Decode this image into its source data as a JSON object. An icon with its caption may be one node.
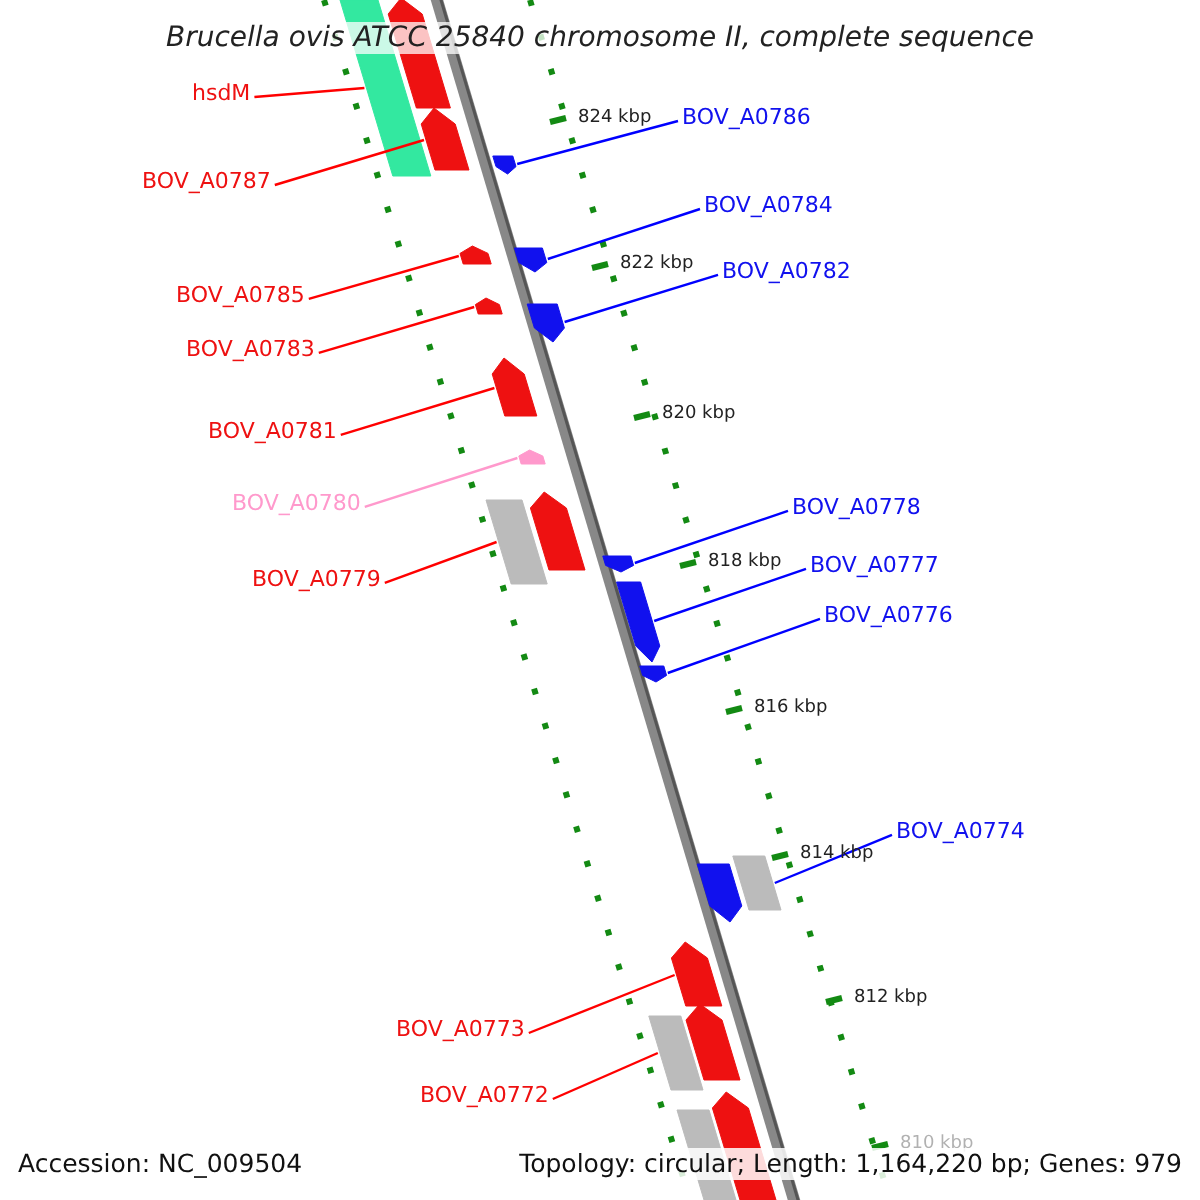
{
  "diagram": {
    "title": "Brucella ovis ATCC 25840 chromosome II, complete sequence",
    "nodes": [
      {
        "text": [
          "hsdM"
        ]
      },
      {
        "text": [],
        "shape": "bar"
      },
      {
        "text": [
          "BOV_A0786"
        ]
      },
      {
        "text": [],
        "shape": "bar"
      },
      {
        "text": [
          "BOV_A0787"
        ]
      },
      {
        "text": [],
        "shape": "bar"
      },
      {
        "text": [
          "BOV_A0784"
        ]
      },
      {
        "text": [],
        "shape": "bar"
      },
      {
        "text": [
          "BOV_A0782"
        ]
      },
      {
        "text": [],
        "shape": "bar"
      },
      {
        "text": [
          "BOV_A0785"
        ]
      },
      {
        "text": [],
        "shape": "bar"
      },
      {
        "text": [
          "BOV_A0783"
        ]
      },
      {
        "text": [],
        "shape": "bar"
      },
      {
        "text": [
          "BOV_A0781"
        ]
      },
      {
        "text": [],
        "shape": "bar"
      },
      {
        "text": [
          "BOV_A0780"
        ]
      },
      {
        "text": [],
        "shape": "bar"
      },
      {
        "text": [
          "BOV_A0778"
        ]
      },
      {
        "text": [],
        "shape": "bar"
      },
      {
        "text": [
          "BOV_A0777"
        ]
      },
      {
        "text": [],
        "shape": "bar"
      },
      {
        "text": [
          "BOV_A0779"
        ]
      },
      {
        "text": [],
        "shape": "bar"
      },
      {
        "text": [
          "BOV_A0776"
        ]
      },
      {
        "text": [],
        "shape": "bar"
      },
      {
        "text": [
          "BOV_A0774"
        ]
      },
      {
        "text": [],
        "shape": "bar"
      },
      {
        "text": [
          "BOV_A0773"
        ]
      },
      {
        "text": [],
        "shape": "bar"
      },
      {
        "text": [
          "BOV_A0772"
        ]
      },
      {
        "text": [],
        "shape": "bar"
      }
    ],
    "edges": [
      {
        "from": 0,
        "to": 1,
        "arrow": "none"
      },
      {
        "from": 2,
        "to": 3,
        "arrow": "none",
        "color": "#0000ff"
      },
      {
        "from": 4,
        "to": 5,
        "arrow": "none"
      },
      {
        "from": 6,
        "to": 7,
        "arrow": "none",
        "color": "#0000ff"
      },
      {
        "from": 8,
        "to": 9,
        "arrow": "none",
        "color": "#0000ff"
      },
      {
        "from": 10,
        "to": 11,
        "arrow": "none"
      },
      {
        "from": 12,
        "to": 13,
        "arrow": "none"
      },
      {
        "from": 14,
        "to": 15,
        "arrow": "none"
      },
      {
        "from": 16,
        "to": 17,
        "arrow": "none",
        "color": "#ff99cc"
      },
      {
        "from": 18,
        "to": 19,
        "arrow": "none",
        "color": "#0000ff"
      },
      {
        "from": 20,
        "to": 21,
        "arrow": "none",
        "color": "#0000ff"
      },
      {
        "from": 22,
        "to": 23,
        "arrow": "none"
      },
      {
        "from": 24,
        "to": 25,
        "arrow": "none",
        "color": "#0000ff"
      },
      {
        "from": 26,
        "to": 27,
        "arrow": "none",
        "color": "#0000ff"
      },
      {
        "from": 28,
        "to": 29,
        "arrow": "none"
      },
      {
        "from": 30,
        "to": 31,
        "arrow": "none"
      }
    ],
    "labels": [
      "824 kbp",
      "822 kbp",
      "820 kbp",
      "818 kbp",
      "816 kbp",
      "814 kbp",
      "812 kbp",
      "810 kbp",
      "Accession: NC_009504",
      "Topology: circular; Length: 1,164,220 bp; Genes: 979"
    ]
  }
}
